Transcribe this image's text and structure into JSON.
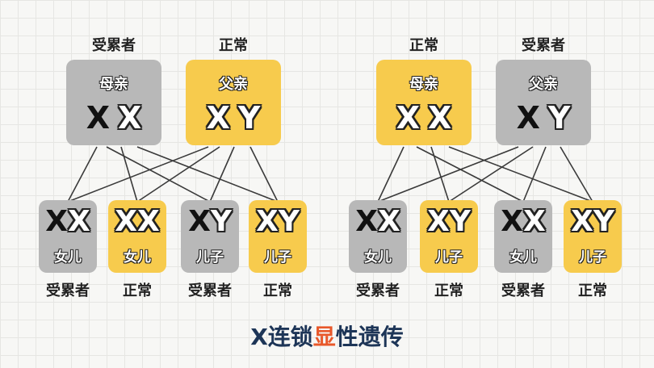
{
  "title": {
    "before": "X连锁",
    "highlight": "显",
    "after": "性遗传"
  },
  "colors": {
    "affected_box": "#b8b8b8",
    "normal_box": "#f7cb4d",
    "highlight": "#e8582a",
    "title": "#1d3557"
  },
  "left": {
    "parents": [
      {
        "status": "受累者",
        "name": "母亲",
        "genotype": [
          "X",
          "X"
        ],
        "affected": [
          true,
          false
        ],
        "color": "gray"
      },
      {
        "status": "正常",
        "name": "父亲",
        "genotype": [
          "X",
          "Y"
        ],
        "affected": [
          false,
          false
        ],
        "color": "yellow"
      }
    ],
    "children": [
      {
        "genotype": [
          "X",
          "X"
        ],
        "affected": [
          true,
          false
        ],
        "name": "女儿",
        "status": "受累者",
        "color": "gray"
      },
      {
        "genotype": [
          "X",
          "X"
        ],
        "affected": [
          false,
          false
        ],
        "name": "女儿",
        "status": "正常",
        "color": "yellow"
      },
      {
        "genotype": [
          "X",
          "Y"
        ],
        "affected": [
          true,
          false
        ],
        "name": "儿子",
        "status": "受累者",
        "color": "gray"
      },
      {
        "genotype": [
          "X",
          "Y"
        ],
        "affected": [
          false,
          false
        ],
        "name": "儿子",
        "status": "正常",
        "color": "yellow"
      }
    ]
  },
  "right": {
    "parents": [
      {
        "status": "正常",
        "name": "母亲",
        "genotype": [
          "X",
          "X"
        ],
        "affected": [
          false,
          false
        ],
        "color": "yellow"
      },
      {
        "status": "受累者",
        "name": "父亲",
        "genotype": [
          "X",
          "Y"
        ],
        "affected": [
          true,
          false
        ],
        "color": "gray"
      }
    ],
    "children": [
      {
        "genotype": [
          "X",
          "X"
        ],
        "affected": [
          true,
          false
        ],
        "name": "女儿",
        "status": "受累者",
        "color": "gray"
      },
      {
        "genotype": [
          "X",
          "Y"
        ],
        "affected": [
          false,
          false
        ],
        "name": "儿子",
        "status": "正常",
        "color": "yellow"
      },
      {
        "genotype": [
          "X",
          "X"
        ],
        "affected": [
          true,
          false
        ],
        "name": "女儿",
        "status": "受累者",
        "color": "gray"
      },
      {
        "genotype": [
          "X",
          "Y"
        ],
        "affected": [
          false,
          false
        ],
        "name": "儿子",
        "status": "正常",
        "color": "yellow"
      }
    ]
  }
}
